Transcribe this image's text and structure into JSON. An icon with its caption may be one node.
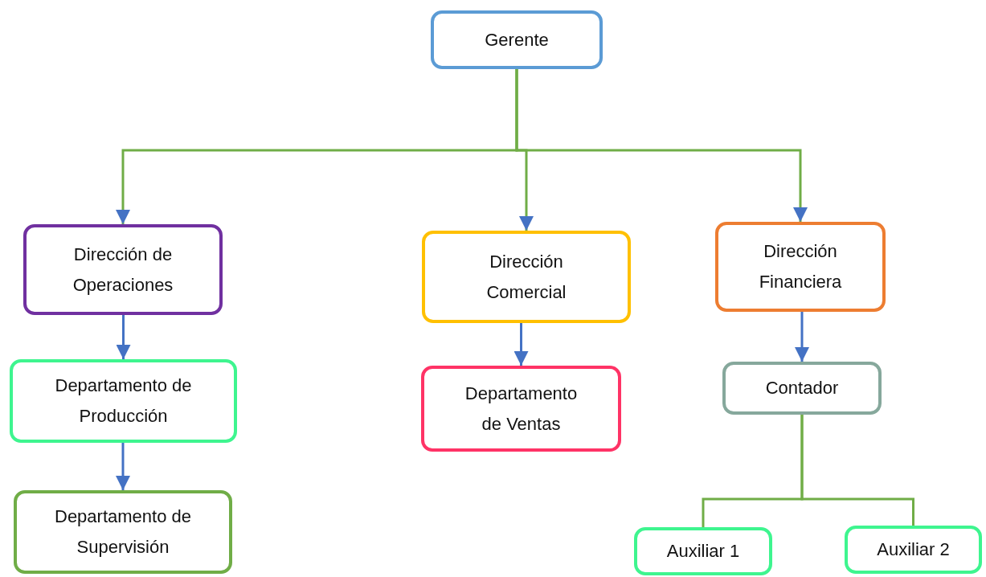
{
  "diagram": {
    "nodes": [
      {
        "text": [
          "Gerente"
        ]
      },
      {
        "text": [
          "Dirección de Operaciones"
        ]
      },
      {
        "text": [
          "Dirección Comercial"
        ]
      },
      {
        "text": [
          "Dirección Financiera"
        ]
      },
      {
        "text": [
          "Departamento de Producción"
        ]
      },
      {
        "text": [
          "Departamento de Ventas"
        ]
      },
      {
        "text": [
          "Contador"
        ]
      },
      {
        "text": [
          "Departamento de Supervisión"
        ]
      },
      {
        "text": [
          "Auxiliar 1"
        ]
      },
      {
        "text": [
          "Auxiliar 2"
        ]
      }
    ],
    "edges": [
      {
        "from": 0,
        "to": 1,
        "arrow": "to"
      },
      {
        "from": 0,
        "to": 2,
        "arrow": "to"
      },
      {
        "from": 0,
        "to": 3,
        "arrow": "to"
      },
      {
        "from": 1,
        "to": 4,
        "arrow": "to",
        "color": "#4472c4"
      },
      {
        "from": 4,
        "to": 7,
        "arrow": "to",
        "color": "#4472c4"
      },
      {
        "from": 2,
        "to": 5,
        "arrow": "to",
        "color": "#4472c4"
      },
      {
        "from": 3,
        "to": 6,
        "arrow": "to",
        "color": "#4472c4"
      },
      {
        "from": 6,
        "to": 8,
        "arrow": "none"
      },
      {
        "from": 6,
        "to": 9,
        "arrow": "none"
      }
    ]
  }
}
